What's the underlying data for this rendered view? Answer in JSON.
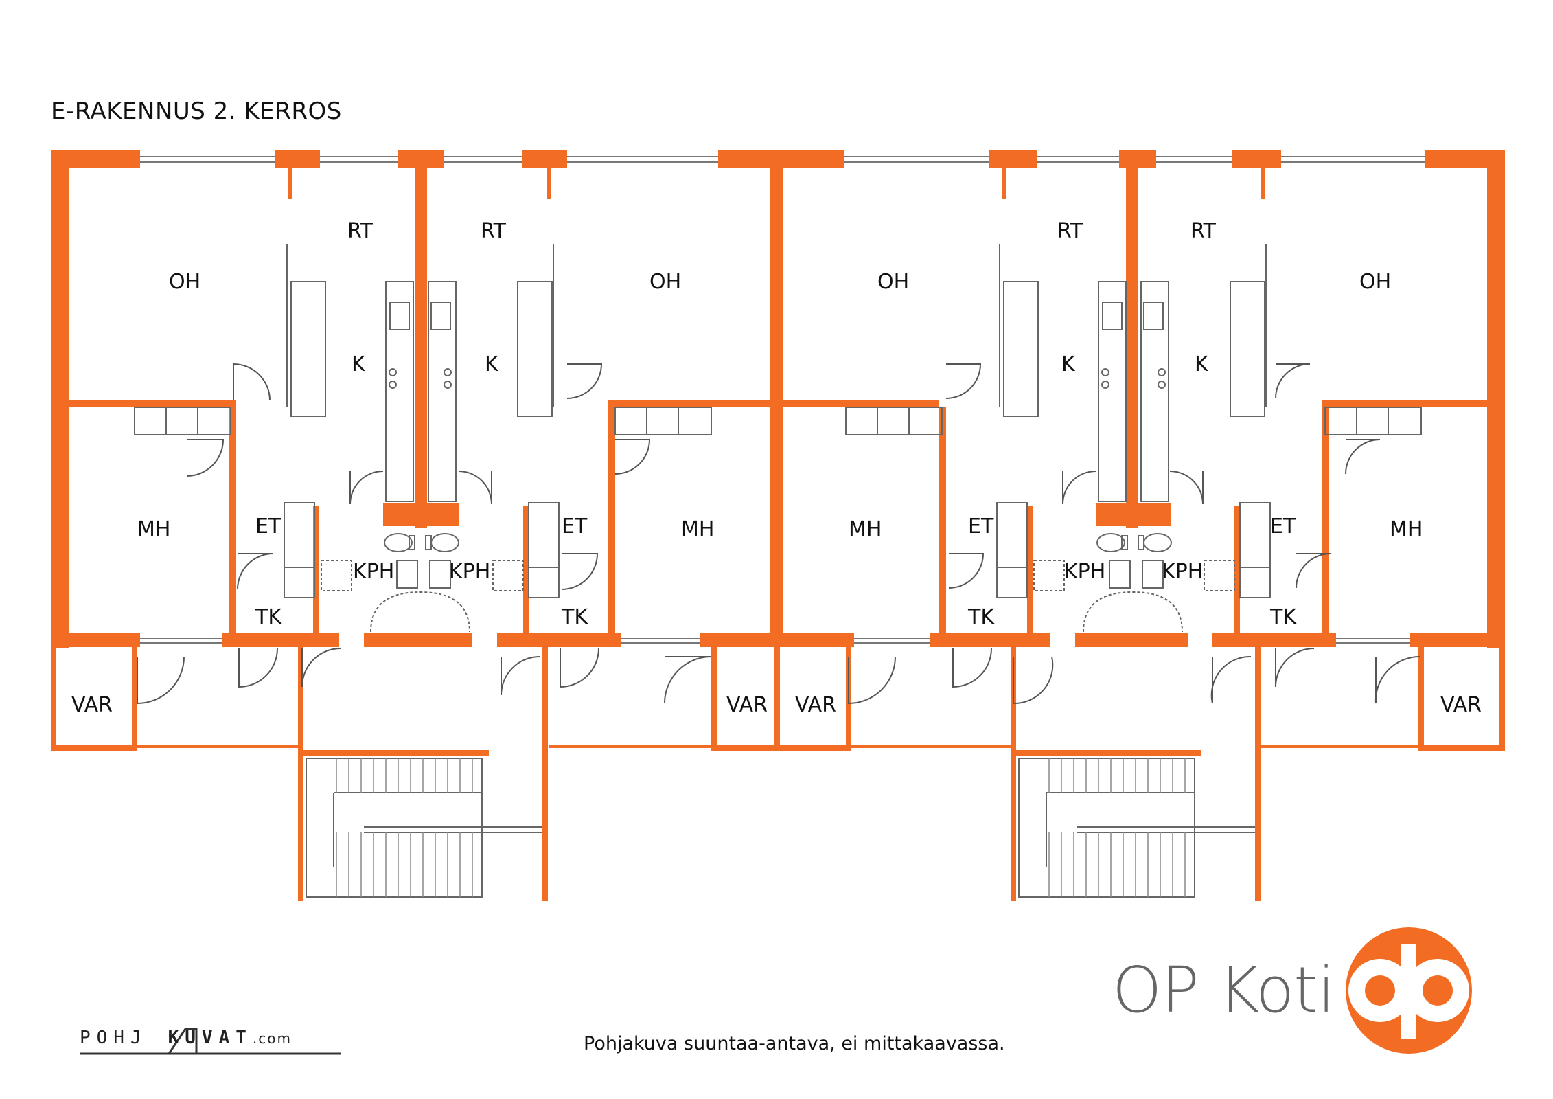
{
  "title": "E-RAKENNUS 2. KERROS",
  "footer_note": "Pohjakuva suuntaa-antava, ei mittakaavassa.",
  "brand": {
    "name": "OP Koti",
    "logo_icon": "op-logo-icon",
    "accent": "#f26c24"
  },
  "watermark": {
    "left": "POHJ",
    "right": "KUVAT",
    "suffix": ".com"
  },
  "colors": {
    "wall": "#f26c24",
    "line": "#666666",
    "text": "#111111"
  },
  "rooms": {
    "oh": "OH",
    "rt": "RT",
    "k": "K",
    "mh": "MH",
    "et": "ET",
    "kph": "KPH",
    "tk": "TK",
    "var": "VAR"
  }
}
